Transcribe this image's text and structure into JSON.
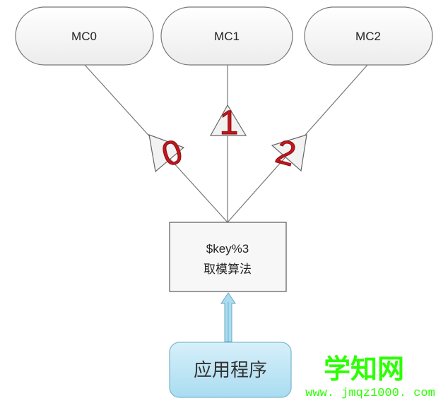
{
  "nodes": {
    "mc0": "MC0",
    "mc1": "MC1",
    "mc2": "MC2",
    "algo_line1": "$key%3",
    "algo_line2": "取模算法",
    "app": "应用程序"
  },
  "edge_labels": [
    "0",
    "1",
    "2"
  ],
  "watermark": {
    "title": "学知网",
    "url": "www. jmqz1000. com"
  },
  "colors": {
    "label_red": "#c3161c",
    "watermark_green": "#2bff00",
    "app_fill": "#bfe6f5"
  }
}
